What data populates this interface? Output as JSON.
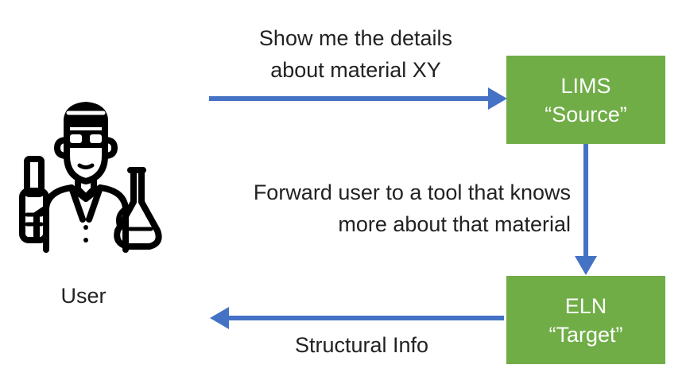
{
  "colors": {
    "arrow": "#4472c4",
    "box_fill": "#70ad47",
    "box_text": "#ffffff",
    "icon": "#000000"
  },
  "user": {
    "label": "User",
    "icon": "scientist-icon"
  },
  "request_message": {
    "line1": "Show me the details",
    "line2": "about material XY"
  },
  "forward_message": {
    "line1": "Forward user to a tool that knows",
    "line2": "more about that material"
  },
  "response_message": "Structural Info",
  "source_box": {
    "name": "LIMS",
    "role": "“Source”"
  },
  "target_box": {
    "name": "ELN",
    "role": "“Target”"
  }
}
